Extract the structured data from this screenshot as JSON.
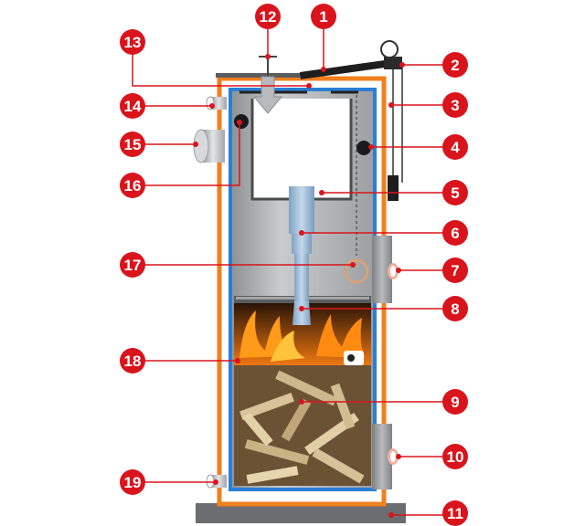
{
  "colors": {
    "callout_fill": "#d9141c",
    "callout_text": "#ffffff",
    "leader_line": "#d9141c",
    "outer_casing": "#f07f1e",
    "water_jacket": "#2a7fd4",
    "steel_body": "#a9abae",
    "base_plate": "#6b6d70",
    "flue_pipe": "#9bb9d6",
    "fire": "#f36a10",
    "firewood": "#c8b48a"
  },
  "callouts": [
    {
      "id": "1",
      "label": "1"
    },
    {
      "id": "2",
      "label": "2"
    },
    {
      "id": "3",
      "label": "3"
    },
    {
      "id": "4",
      "label": "4"
    },
    {
      "id": "5",
      "label": "5"
    },
    {
      "id": "6",
      "label": "6"
    },
    {
      "id": "7",
      "label": "7"
    },
    {
      "id": "8",
      "label": "8"
    },
    {
      "id": "9",
      "label": "9"
    },
    {
      "id": "10",
      "label": "10"
    },
    {
      "id": "11",
      "label": "11"
    },
    {
      "id": "12",
      "label": "12"
    },
    {
      "id": "13",
      "label": "13"
    },
    {
      "id": "14",
      "label": "14"
    },
    {
      "id": "15",
      "label": "15"
    },
    {
      "id": "16",
      "label": "16"
    },
    {
      "id": "17",
      "label": "17"
    },
    {
      "id": "18",
      "label": "18"
    },
    {
      "id": "19",
      "label": "19"
    }
  ]
}
